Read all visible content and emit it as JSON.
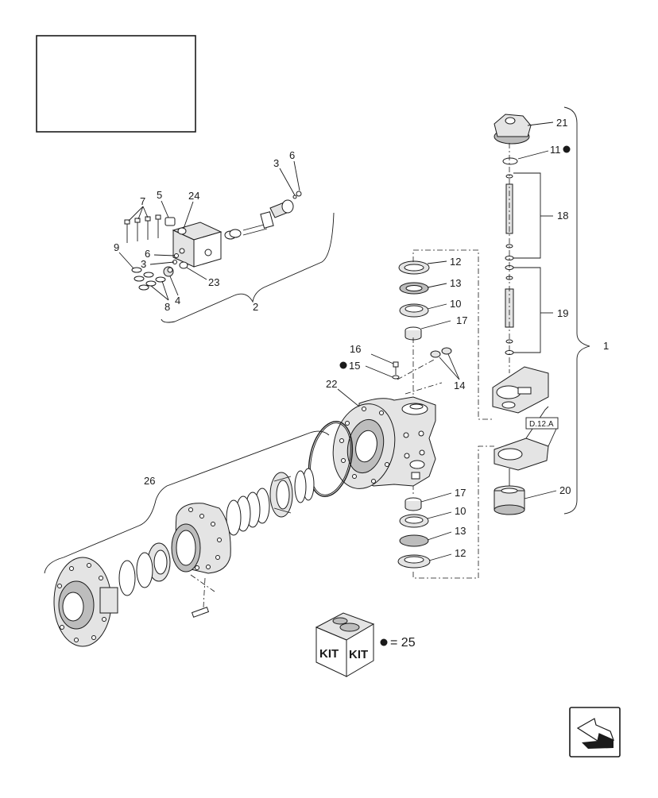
{
  "callouts": {
    "c1": "1",
    "c2": "2",
    "c3a": "3",
    "c3b": "3",
    "c4": "4",
    "c5": "5",
    "c6a": "6",
    "c6b": "6",
    "c7": "7",
    "c8": "8",
    "c9": "9",
    "c10a": "10",
    "c10b": "10",
    "c11": "11",
    "c12a": "12",
    "c12b": "12",
    "c13a": "13",
    "c13b": "13",
    "c14": "14",
    "c15": "15",
    "c16": "16",
    "c17a": "17",
    "c17b": "17",
    "c18": "18",
    "c19": "19",
    "c20": "20",
    "c21": "21",
    "c22": "22",
    "c23": "23",
    "c24": "24",
    "c26": "26"
  },
  "reference_tag": "D.12.A",
  "kit": {
    "label_left": "KIT",
    "label_right": "KIT",
    "legend": "= 25"
  }
}
